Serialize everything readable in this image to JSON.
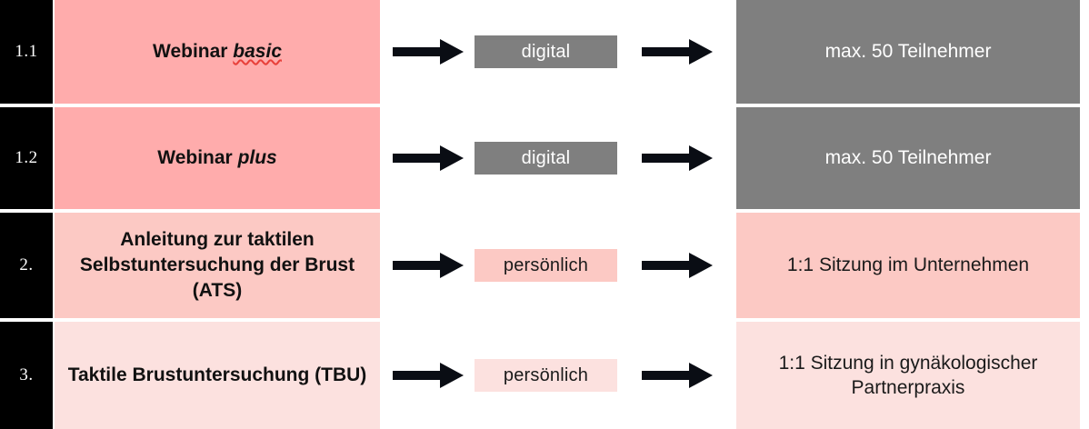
{
  "diagram": {
    "type": "process-flow-table",
    "column_count": 6,
    "row_count": 4,
    "colors": {
      "badge_black": "#000000",
      "pink_strong": "#ffacac",
      "pink_medium": "#fcc9c4",
      "pink_light": "#fce1df",
      "gray": "#7f7f7f",
      "arrow_black": "#0a0d14",
      "spellcheck_underline": "#e8403a",
      "text_light": "#ffffff",
      "text_dark": "#1a1a1a"
    },
    "arrow_icon_label": "right-arrow",
    "rows": [
      {
        "number": "1.1",
        "title_regular": "Webinar ",
        "title_italic": "basic",
        "title_italic_spellchecked": true,
        "title_plain": "Webinar basic",
        "format": "digital",
        "detail": "max. 50 Teilnehmer",
        "tint": "pink_strong",
        "format_tint": "gray",
        "detail_tint": "gray"
      },
      {
        "number": "1.2",
        "title_regular": "Webinar ",
        "title_italic": "plus",
        "title_italic_spellchecked": false,
        "title_plain": "Webinar plus",
        "format": "digital",
        "detail": "max. 50 Teilnehmer",
        "tint": "pink_strong",
        "format_tint": "gray",
        "detail_tint": "gray"
      },
      {
        "number": "2.",
        "title_regular": "Anleitung zur taktilen Selbstuntersuchung der Brust (ATS)",
        "title_italic": "",
        "title_italic_spellchecked": false,
        "title_plain": "Anleitung zur taktilen Selbstuntersuchung der Brust (ATS)",
        "format": "persönlich",
        "detail": "1:1 Sitzung im Unternehmen",
        "tint": "pink_medium",
        "format_tint": "pink_medium",
        "detail_tint": "pink_medium"
      },
      {
        "number": "3.",
        "title_regular": "Taktile Brustuntersuchung (TBU)",
        "title_italic": "",
        "title_italic_spellchecked": false,
        "title_plain": "Taktile Brustuntersuchung (TBU)",
        "format": "persönlich",
        "detail": "1:1 Sitzung in gynäkologischer Partnerpraxis",
        "tint": "pink_light",
        "format_tint": "pink_light",
        "detail_tint": "pink_light"
      }
    ]
  }
}
